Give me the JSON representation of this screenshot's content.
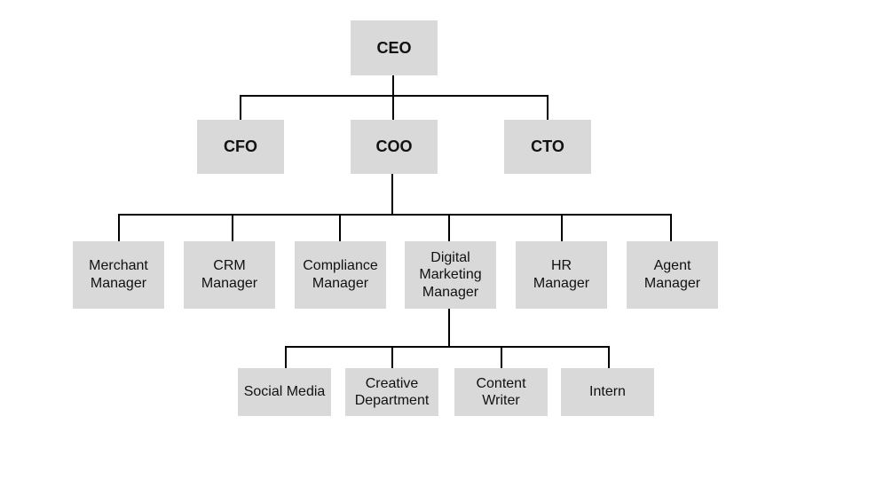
{
  "colors": {
    "box_fill": "#d9d9d9",
    "connector": "#000000",
    "text": "#111111"
  },
  "chart": {
    "executive": {
      "ceo": "CEO"
    },
    "c_suite": {
      "cfo": "CFO",
      "coo": "COO",
      "cto": "CTO"
    },
    "managers": {
      "merchant": [
        "Merchant",
        "Manager"
      ],
      "crm": [
        "CRM",
        "Manager"
      ],
      "compliance": [
        "Compliance",
        "Manager"
      ],
      "digital_marketing": [
        "Digital",
        "Marketing",
        "Manager"
      ],
      "hr": [
        "HR",
        "Manager"
      ],
      "agent": [
        "Agent",
        "Manager"
      ]
    },
    "digital_team": {
      "social_media": [
        "Social Media"
      ],
      "creative": [
        "Creative",
        "Department"
      ],
      "content": [
        "Content",
        "Writer"
      ],
      "intern": [
        "Intern"
      ]
    }
  }
}
